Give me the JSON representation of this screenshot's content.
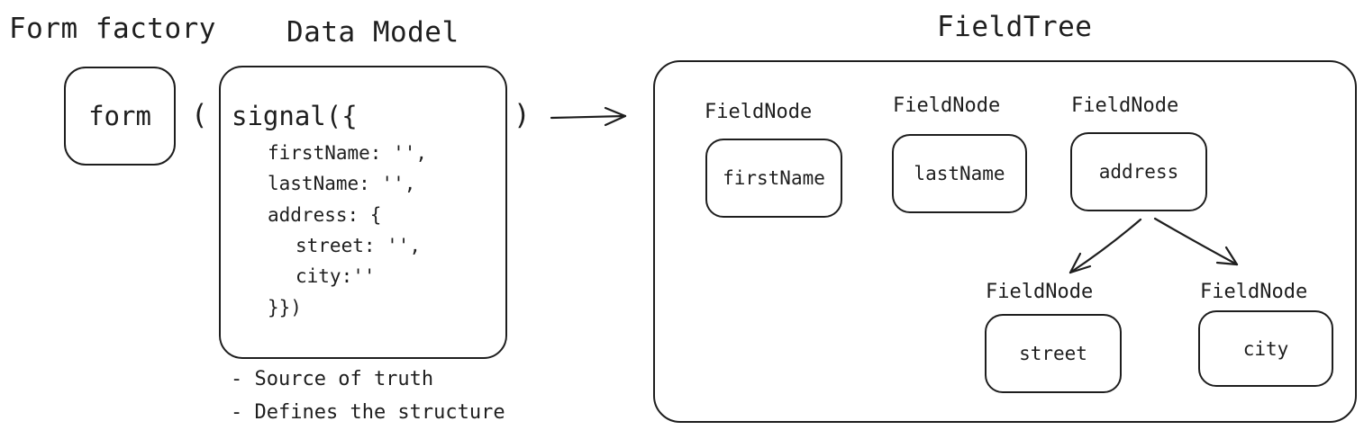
{
  "headings": {
    "form_factory": "Form factory",
    "data_model": "Data Model",
    "field_tree": "FieldTree"
  },
  "call": {
    "function_name": "form",
    "open_paren": "(",
    "close_paren": ")"
  },
  "data_model": {
    "code_lines": [
      "signal({",
      "firstName: '',",
      "lastName: '',",
      "address: {",
      "street: '',",
      "city:''",
      "}})"
    ],
    "notes": [
      "- Source of truth",
      "- Defines the structure"
    ]
  },
  "field_tree": {
    "nodes": [
      {
        "label": "FieldNode",
        "name": "firstName"
      },
      {
        "label": "FieldNode",
        "name": "lastName"
      },
      {
        "label": "FieldNode",
        "name": "address"
      },
      {
        "label": "FieldNode",
        "name": "street"
      },
      {
        "label": "FieldNode",
        "name": "city"
      }
    ]
  },
  "colors": {
    "stroke": "#1e1e1e",
    "background": "#ffffff"
  }
}
